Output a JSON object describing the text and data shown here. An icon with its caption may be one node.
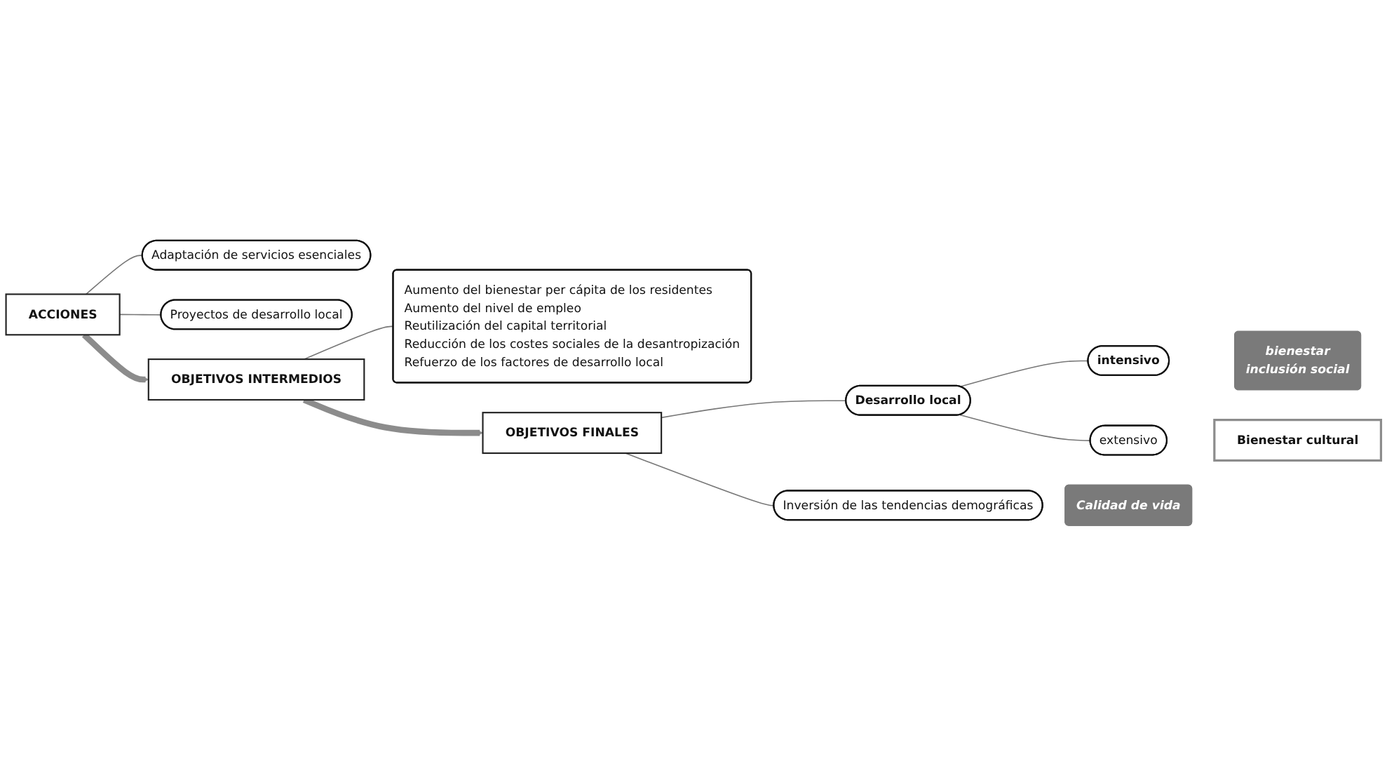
{
  "diagram": {
    "nodes": [
      {
        "text": [
          "ACCIONES"
        ]
      },
      {
        "text": [
          "Adaptación de servicios esenciales"
        ]
      },
      {
        "text": [
          "Proyectos de desarrollo local"
        ]
      },
      {
        "text": [
          "OBJETIVOS INTERMEDIOS"
        ]
      },
      {
        "text": [
          "Aumento del bienestar per cápita de los residentes",
          "Aumento del nivel de empleo",
          "Reutilización del capital territorial",
          "Reducción de los costes sociales de la desantropización",
          "Refuerzo de los factores de desarrollo local"
        ]
      },
      {
        "text": [
          "OBJETIVOS FINALES"
        ]
      },
      {
        "text": [
          "Inversión de las tendencias demográficas"
        ]
      },
      {
        "text": [
          "Desarrollo local"
        ]
      },
      {
        "text": [
          "intensivo"
        ]
      },
      {
        "text": [
          "extensivo"
        ]
      },
      {
        "text": [
          "bienestar",
          "inclusión social"
        ]
      },
      {
        "text": [
          "Calidad de vida"
        ]
      },
      {
        "text": [
          "Bienestar cultural"
        ]
      }
    ],
    "edges": [
      {
        "from": 0,
        "to": 1,
        "arrow": "none"
      },
      {
        "from": 0,
        "to": 2,
        "arrow": "none"
      },
      {
        "from": 0,
        "to": 3,
        "arrow": "to",
        "style": "thick",
        "color": "#8c8c8c"
      },
      {
        "from": 3,
        "to": 4,
        "arrow": "none"
      },
      {
        "from": 3,
        "to": 5,
        "arrow": "to",
        "style": "thick",
        "color": "#8c8c8c"
      },
      {
        "from": 5,
        "to": 6,
        "arrow": "none"
      },
      {
        "from": 5,
        "to": 7,
        "arrow": "none"
      },
      {
        "from": 7,
        "to": 8,
        "arrow": "none"
      },
      {
        "from": 7,
        "to": 9,
        "arrow": "none"
      }
    ]
  }
}
